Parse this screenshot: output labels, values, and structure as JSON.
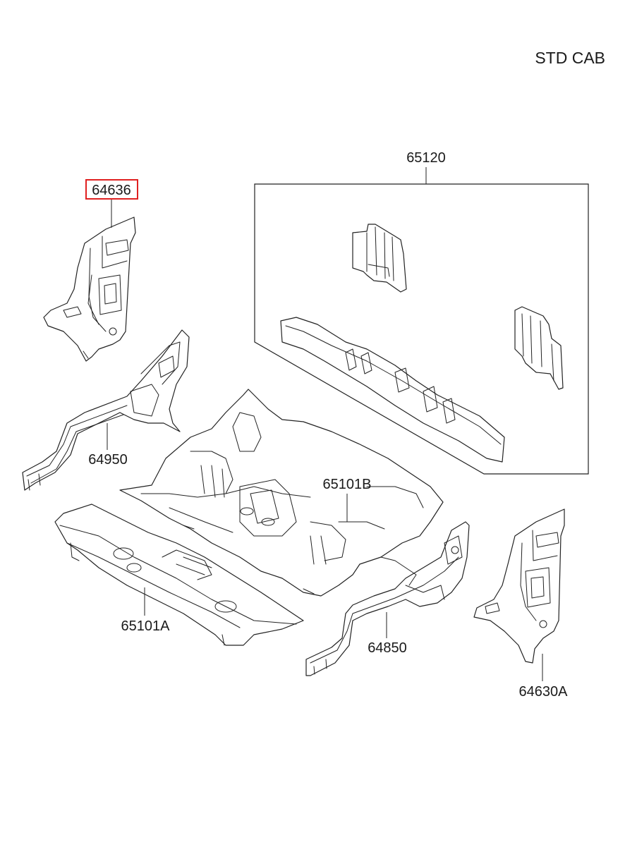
{
  "header": {
    "title": "STD CAB"
  },
  "colors": {
    "highlight": "#e02020",
    "line": "#222222"
  },
  "parts": [
    {
      "id": "p64636",
      "label": "64636",
      "highlighted": true
    },
    {
      "id": "p65120",
      "label": "65120",
      "highlighted": false
    },
    {
      "id": "p64950",
      "label": "64950",
      "highlighted": false
    },
    {
      "id": "p65101B",
      "label": "65101B",
      "highlighted": false
    },
    {
      "id": "p65101A",
      "label": "65101A",
      "highlighted": false
    },
    {
      "id": "p64850",
      "label": "64850",
      "highlighted": false
    },
    {
      "id": "p64630A",
      "label": "64630A",
      "highlighted": false
    }
  ]
}
